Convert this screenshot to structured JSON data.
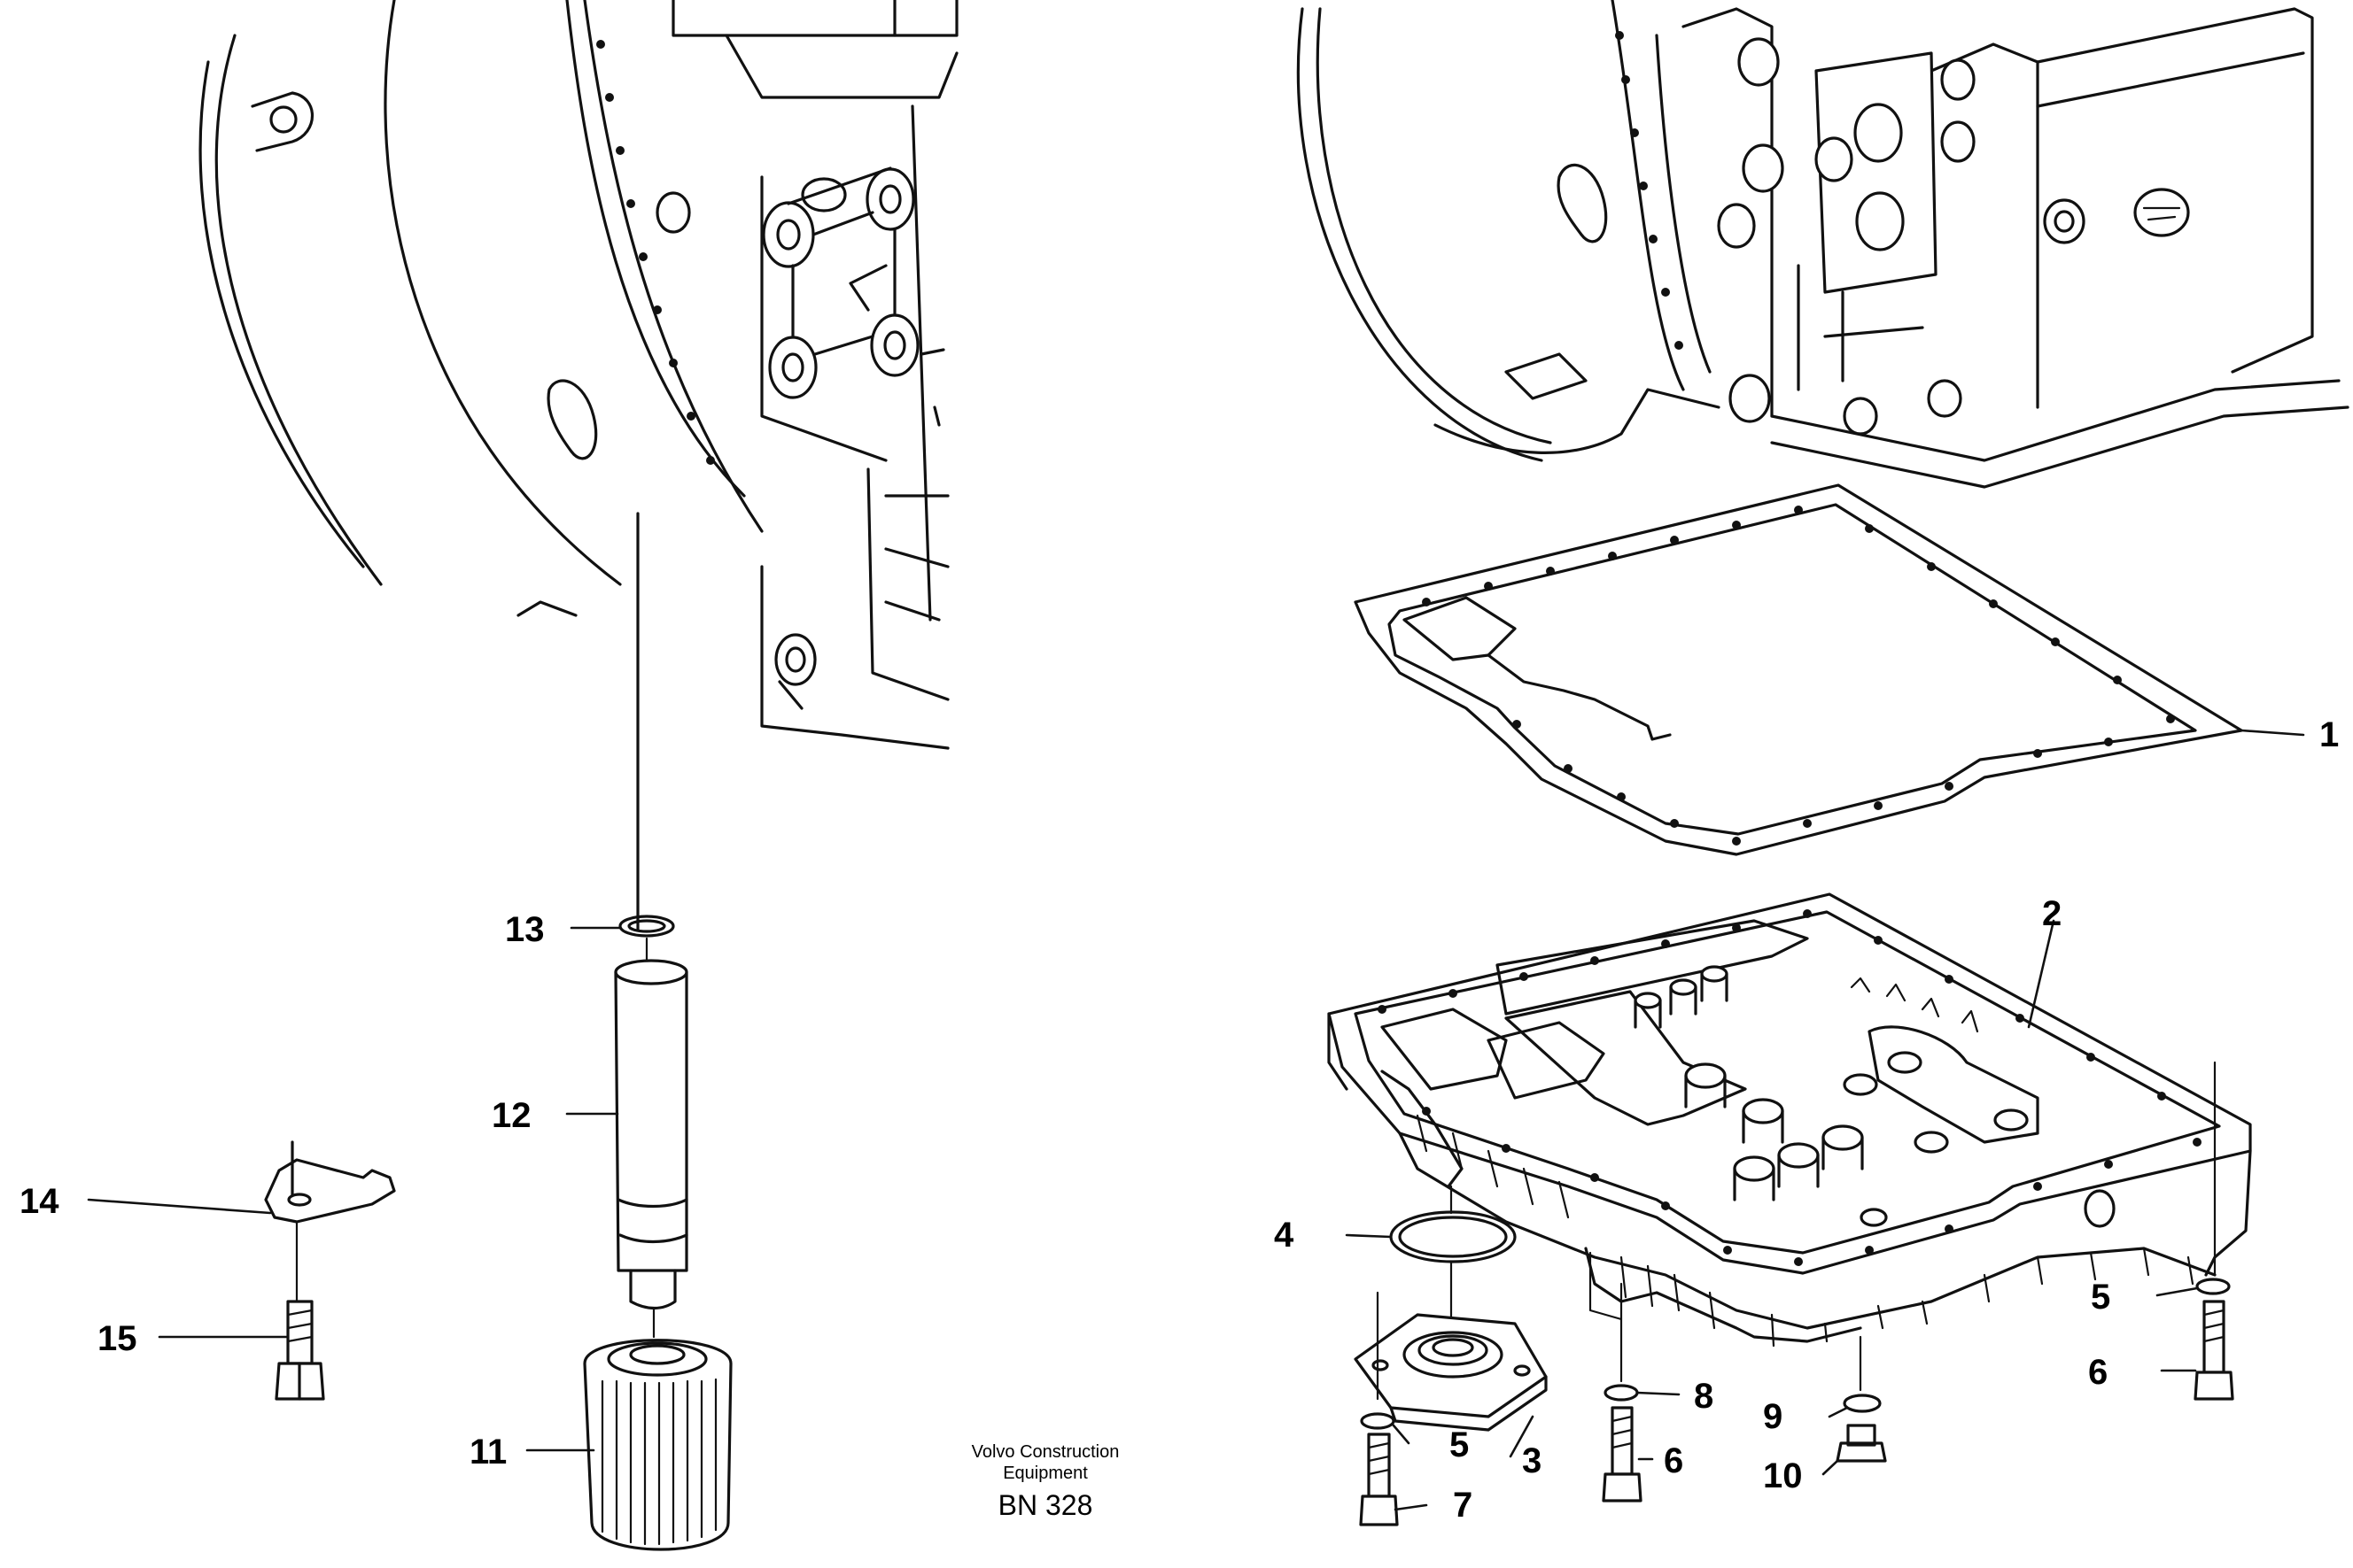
{
  "caption": {
    "company_line1": "Volvo Construction",
    "company_line2": "Equipment",
    "code": "BN 328"
  },
  "callouts": {
    "c1": "1",
    "c2": "2",
    "c3": "3",
    "c4": "4",
    "c5a": "5",
    "c5b": "5",
    "c6a": "6",
    "c6b": "6",
    "c7": "7",
    "c8": "8",
    "c9": "9",
    "c10": "10",
    "c11": "11",
    "c12": "12",
    "c13": "13",
    "c14": "14",
    "c15": "15"
  },
  "colors": {
    "line": "#111111",
    "background": "#ffffff"
  }
}
